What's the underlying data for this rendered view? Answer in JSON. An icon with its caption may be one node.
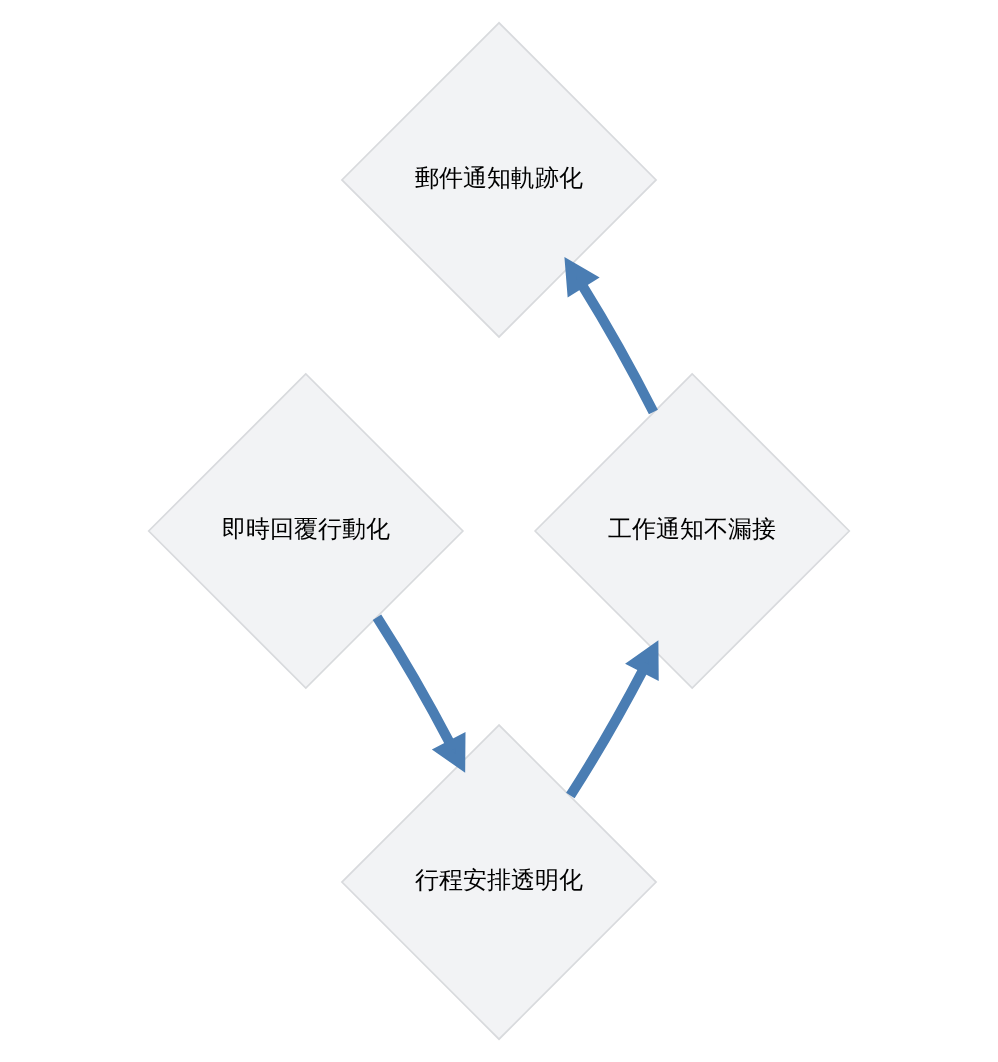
{
  "diagram": {
    "nodes": [
      {
        "text": [
          "郵件通知軌跡化"
        ]
      },
      {
        "text": [
          "即時回覆行動化"
        ]
      },
      {
        "text": [
          "工作通知不漏接"
        ]
      },
      {
        "text": [
          "行程安排透明化"
        ]
      }
    ],
    "edges": [
      {
        "from": 1,
        "to": 3,
        "arrow": "to"
      },
      {
        "from": 3,
        "to": 2,
        "arrow": "to"
      },
      {
        "from": 2,
        "to": 0,
        "arrow": "to"
      }
    ]
  }
}
